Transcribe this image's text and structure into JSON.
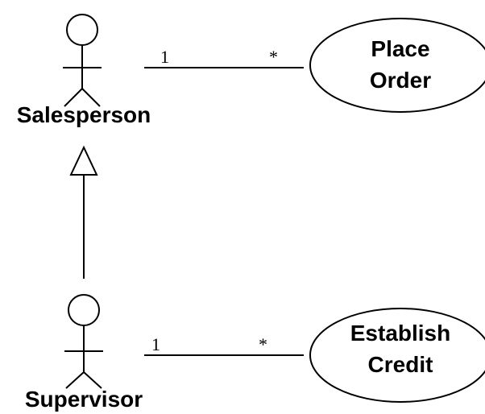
{
  "actors": [
    {
      "id": "salesperson",
      "label": "Salesperson"
    },
    {
      "id": "supervisor",
      "label": "Supervisor"
    }
  ],
  "use_cases": [
    {
      "id": "place-order",
      "lines": [
        "Place",
        "Order"
      ]
    },
    {
      "id": "establish-credit",
      "lines": [
        "Establish",
        "Credit"
      ]
    }
  ],
  "associations": [
    {
      "from": "salesperson",
      "to": "place-order",
      "source_multiplicity": "1",
      "target_multiplicity": "*"
    },
    {
      "from": "supervisor",
      "to": "establish-credit",
      "source_multiplicity": "1",
      "target_multiplicity": "*"
    }
  ],
  "generalization": {
    "child": "supervisor",
    "parent": "salesperson"
  }
}
